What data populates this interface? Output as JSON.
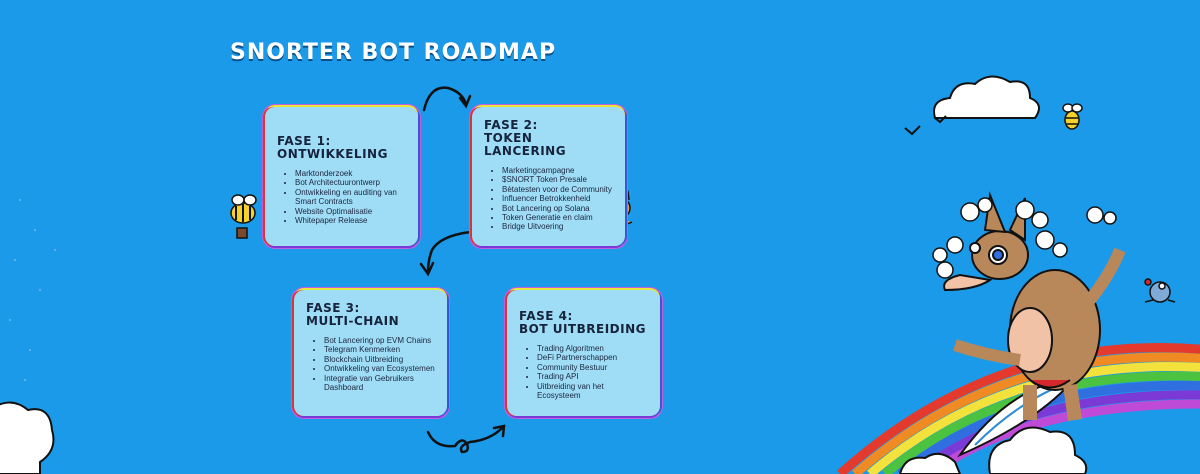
{
  "title": "SNORTER BOT ROADMAP",
  "phases": [
    {
      "heading": "FASE 1:\nONTWIKKELING",
      "items": [
        "Marktonderzoek",
        "Bot Architectuurontwerp",
        "Ontwikkeling en auditing van Smart Contracts",
        "Website Optimalisatie",
        "Whitepaper Release"
      ]
    },
    {
      "heading": "FASE 2:\nTOKEN\nLANCERING",
      "items": [
        "Marketingcampagne",
        "$SNORT Token Presale",
        "Bètatesten voor de Community",
        "Influencer Betrokkenheid",
        "Bot Lancering op Solana",
        "Token Generatie en claim",
        "Bridge Uitvoering"
      ]
    },
    {
      "heading": "FASE 3:\nMULTI-CHAIN",
      "items": [
        "Bot Lancering op EVM Chains",
        "Telegram Kenmerken",
        "Blockchain Uitbreiding",
        "Ontwikkeling van Ecosystemen",
        "Integratie van Gebruikers Dashboard"
      ]
    },
    {
      "heading": "FASE 4:\nBOT UITBREIDING",
      "items": [
        "Trading Algoritmen",
        "DeFi Partnerschappen",
        "Community Bestuur",
        "Trading API",
        "Uitbreiding van het Ecosysteem"
      ]
    }
  ],
  "icons": [
    "curved-arrow-icon",
    "bee-icon",
    "cat-icon",
    "cloud-icon",
    "armadillo-mascot",
    "rainbow-icon",
    "surfboard-icon",
    "bird-icon"
  ]
}
